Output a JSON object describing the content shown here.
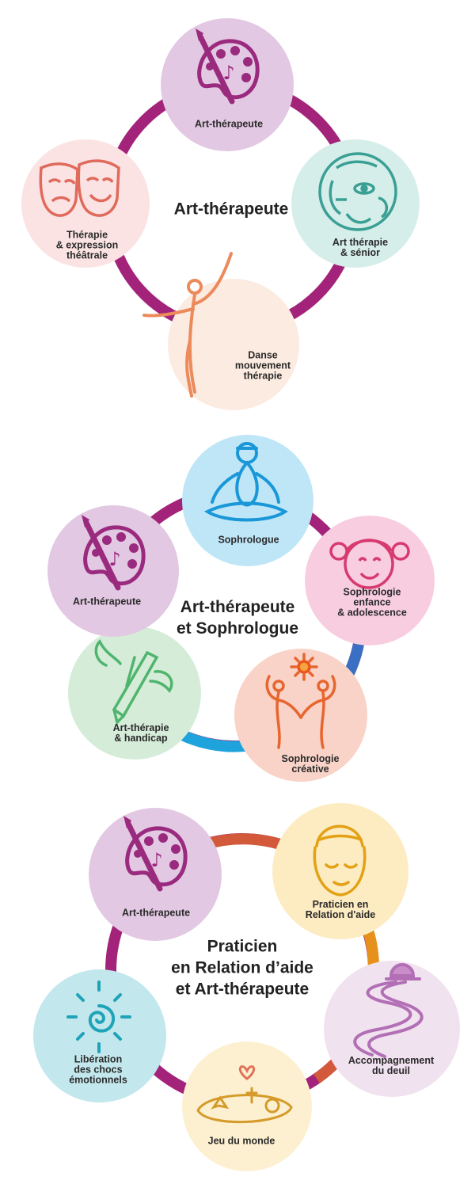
{
  "colors": {
    "ring_purple": "#a3237a",
    "ring_blue": "#3a6fc4",
    "ring_lightblue": "#1fa3dc",
    "ring_orange": "#e6911b",
    "ring_red": "#d25a3a",
    "disc_lilac": "#e2c8e2",
    "disc_mint": "#d6eeea",
    "disc_pink": "#fbe3e3",
    "disc_peach": "#fcebe0",
    "disc_sky": "#bfe6f7",
    "disc_rose": "#f8cde0",
    "disc_salmon": "#f9d3c7",
    "disc_green": "#d5ecd9",
    "disc_yellow": "#fdebc2",
    "disc_mauve": "#f1e2ef",
    "disc_cream": "#fdf0d0",
    "disc_aqua": "#c2e7ec"
  },
  "diagram1": {
    "title": [
      "Art-thérapeute"
    ],
    "nodes": [
      {
        "lines": [
          "Art-thérapeute"
        ],
        "icon": "palette-icon"
      },
      {
        "lines": [
          "Art thérapie",
          "& sénior"
        ],
        "icon": "face-collage-icon"
      },
      {
        "lines": [
          "Danse",
          "mouvement",
          "thérapie"
        ],
        "icon": "dancer-icon"
      },
      {
        "lines": [
          "Thérapie",
          "& expression",
          "théâtrale"
        ],
        "icon": "theater-masks-icon"
      }
    ]
  },
  "diagram2": {
    "title": [
      "Art-thérapeute",
      "et Sophrologue"
    ],
    "nodes": [
      {
        "lines": [
          "Sophrologue"
        ],
        "icon": "meditating-person-icon"
      },
      {
        "lines": [
          "Sophrologie",
          "enfance",
          "& adolescence"
        ],
        "icon": "child-face-icon"
      },
      {
        "lines": [
          "Sophrologie",
          "créative"
        ],
        "icon": "dancing-couple-sun-icon"
      },
      {
        "lines": [
          "Art-thérapie",
          "& handicap"
        ],
        "icon": "winged-pencils-icon"
      },
      {
        "lines": [
          "Art-thérapeute"
        ],
        "icon": "palette-icon"
      }
    ]
  },
  "diagram3": {
    "title": [
      "Praticien",
      "en Relation d’aide",
      "et Art-thérapeute"
    ],
    "nodes": [
      {
        "lines": [
          "Praticien en",
          "Relation d'aide"
        ],
        "icon": "serene-face-icon"
      },
      {
        "lines": [
          "Accompagnement",
          "du deuil"
        ],
        "icon": "winding-path-sunset-icon"
      },
      {
        "lines": [
          "Jeu du monde"
        ],
        "icon": "sandbox-world-icon"
      },
      {
        "lines": [
          "Libération",
          "des chocs",
          "émotionnels"
        ],
        "icon": "spiral-sun-icon"
      },
      {
        "lines": [
          "Art-thérapeute"
        ],
        "icon": "palette-icon"
      }
    ]
  }
}
